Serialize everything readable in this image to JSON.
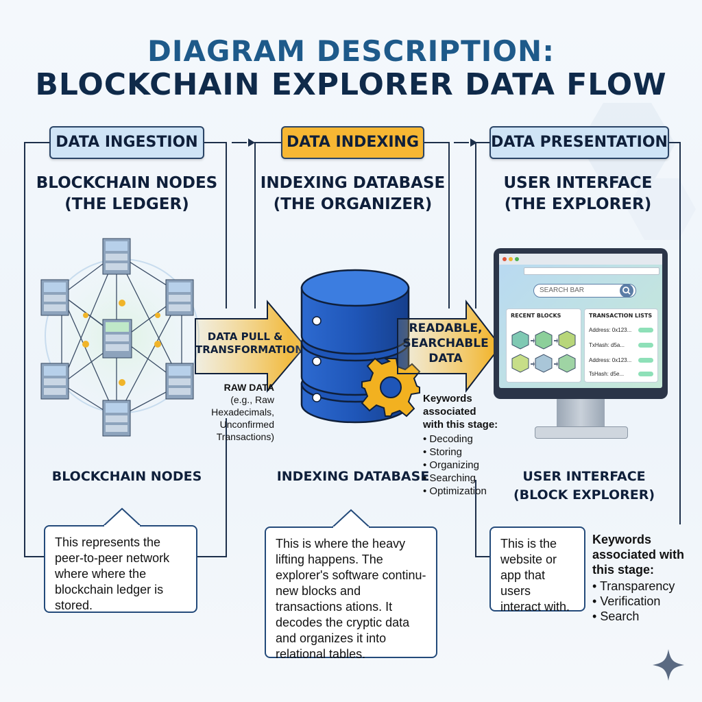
{
  "title_line1": "DIAGRAM DESCRIPTION:",
  "title_line2": "BLOCKCHAIN EXPLORER DATA FLOW",
  "stages": [
    {
      "label": "DATA INGESTION",
      "heading_line1": "BLOCKCHAIN NODES",
      "heading_line2": "(THE LEDGER)",
      "caption": "BLOCKCHAIN NODES",
      "description": "This represents the peer-to-peer network where where the blockchain ledger is stored."
    },
    {
      "label": "DATA INDEXING",
      "heading_line1": "INDEXING DATABASE",
      "heading_line2": "(THE ORGANIZER)",
      "caption": "INDEXING DATABASE",
      "description": "This is where the heavy lifting happens. The explorer's software continu-new blocks and transactions ations. It decodes the cryptic data and organizes it into relational tables.",
      "keywords_title": "Keywords associated with this stage:",
      "keywords": [
        "Decoding",
        "Storing",
        "Organizing",
        "Searching",
        "Optimization"
      ]
    },
    {
      "label": "DATA PRESENTATION",
      "heading_line1": "USER INTERFACE",
      "heading_line2": "(THE EXPLORER)",
      "caption_line1": "USER INTERFACE",
      "caption_line2": "(BLOCK EXPLORER)",
      "description": "This is the website or app that users interact with.",
      "keywords_title": "Keywords associated with this stage:",
      "keywords": [
        "Transparency",
        "Verification",
        "Search"
      ]
    }
  ],
  "flow1": {
    "label_line1": "DATA PULL &",
    "label_line2": "TRANSFORMATION",
    "raw_title": "RAW DATA",
    "raw_line1": "(e.g., Raw",
    "raw_line2": "Hexadecimals,",
    "raw_line3": "Unconfirmed",
    "raw_line4": "Transactions)"
  },
  "flow2": {
    "label_line1": "READABLE,",
    "label_line2": "SEARCHABLE",
    "label_line3": "DATA"
  },
  "explorer_ui": {
    "search_placeholder": "SEARCH BAR",
    "recent_blocks_title": "RECENT BLOCKS",
    "tx_title": "TRANSACTION LISTS",
    "tx_rows": [
      "Address: 0x123...",
      "TxHash: d5a...",
      "Address: 0x123...",
      "TsHash: d5e..."
    ]
  },
  "colors": {
    "title_top": "#1e5a8a",
    "title_bottom": "#0f2a4a",
    "pill_blue": "#cfe4f6",
    "pill_orange": "#f7b733",
    "database_blue": "#1f56b8",
    "gear": "#f2b120",
    "card_border": "#234a7a"
  }
}
